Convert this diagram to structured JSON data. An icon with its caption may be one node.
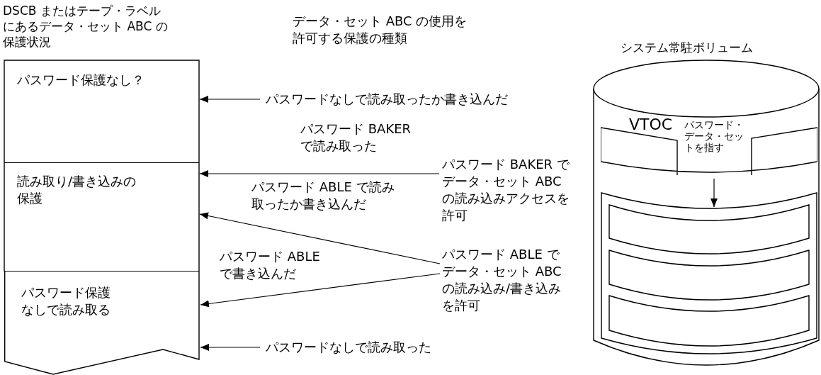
{
  "diagram": {
    "nodes": [
      {
        "text": [
          "DSCB またはテープ・ラベルにあるデータ・セット ABC の保護状況"
        ]
      },
      {
        "text": [
          "パスワード保護なし？"
        ],
        "in": 0
      },
      {
        "text": [
          "読み取り/書き込みの保護"
        ],
        "in": 0
      },
      {
        "text": [
          "パスワード保護なしで読み取る"
        ],
        "in": 0
      },
      {
        "text": [
          "パスワードなしで読み取ったか書き込んだ"
        ]
      },
      {
        "text": [
          "パスワード BAKER でデータ・セット ABC の読み込みアクセスを許可"
        ]
      },
      {
        "text": [
          "パスワード ABLE でデータ・セット ABC の読み込み/書き込みを許可"
        ]
      },
      {
        "text": [
          "パスワードなしで読み取った"
        ]
      },
      {
        "text": [
          "システム常駐ボリューム"
        ]
      },
      {
        "text": [
          "VTOC",
          "パスワード・データ・セットを指す"
        ],
        "in": 8
      },
      {
        "text": [],
        "shape": "box",
        "in": 8
      },
      {
        "text": [],
        "shape": "box",
        "in": 10
      },
      {
        "text": [],
        "shape": "box",
        "in": 10
      },
      {
        "text": [],
        "shape": "box",
        "in": 10
      }
    ],
    "edges": [
      {
        "from": 4,
        "to": 1,
        "arrow": "to"
      },
      {
        "from": 5,
        "to": 2,
        "arrow": "to"
      },
      {
        "from": 6,
        "to": 2,
        "arrow": "to"
      },
      {
        "from": 6,
        "to": 3,
        "arrow": "to"
      },
      {
        "from": 7,
        "to": 3,
        "arrow": "to"
      },
      {
        "from": 9,
        "to": 10,
        "arrow": "to"
      }
    ],
    "labels": [
      "データ・セット ABC の使用を許可する保護の種類",
      "パスワード BAKER で読み取った",
      "パスワード ABLE で読み取ったか書き込んだ",
      "パスワード ABLE で書き込んだ"
    ]
  }
}
